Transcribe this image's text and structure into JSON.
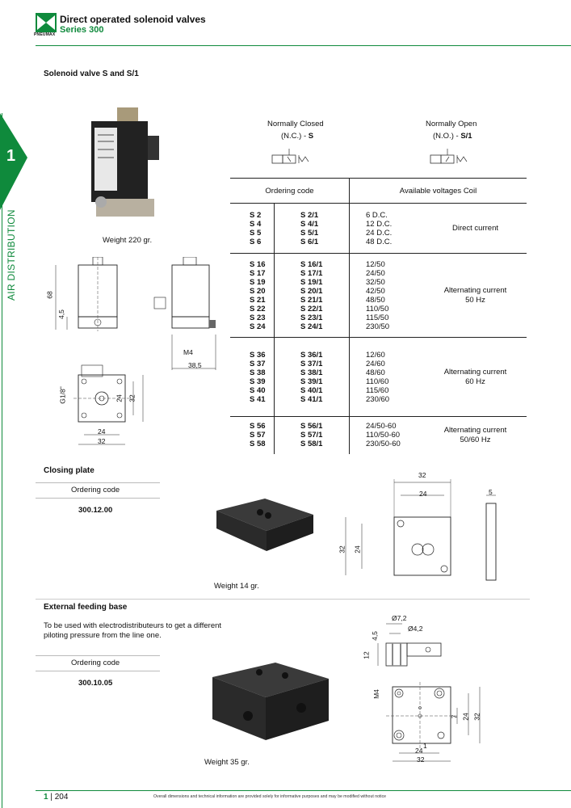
{
  "header": {
    "title": "Direct operated solenoid valves",
    "subtitle": "Series 300",
    "logo_text": "PNEUMAX"
  },
  "side": {
    "chapter_number": "1",
    "chapter_label": "AIR DISTRIBUTION"
  },
  "section1": {
    "title": "Solenoid valve S and S/1",
    "weight": "Weight 220 gr.",
    "nc_label_line1": "Normally Closed",
    "nc_label_prefix": "(N.C.) - ",
    "nc_label_code": "S",
    "no_label_line1": "Normally Open",
    "no_label_prefix": "(N.O.) - ",
    "no_label_code": "S/1",
    "table_head_code": "Ordering code",
    "table_head_voltage": "Available voltages Coil",
    "groups": [
      {
        "s": [
          "S 2",
          "S 4",
          "S 5",
          "S 6"
        ],
        "s1": [
          "S 2/1",
          "S 4/1",
          "S 5/1",
          "S 6/1"
        ],
        "v": [
          "6 D.C.",
          "12 D.C.",
          "24 D.C.",
          "48 D.C."
        ],
        "desc1": "Direct current",
        "desc2": ""
      },
      {
        "s": [
          "S 16",
          "S 17",
          "S 19",
          "S 20",
          "S 21",
          "S 22",
          "S 23",
          "S 24"
        ],
        "s1": [
          "S 16/1",
          "S 17/1",
          "S 19/1",
          "S 20/1",
          "S 21/1",
          "S 22/1",
          "S 23/1",
          "S 24/1"
        ],
        "v": [
          "12/50",
          "24/50",
          "32/50",
          "42/50",
          "48/50",
          "110/50",
          "115/50",
          "230/50"
        ],
        "desc1": "Alternating current",
        "desc2": "50 Hz"
      },
      {
        "s": [
          "S 36",
          "S 37",
          "S 38",
          "S 39",
          "S 40",
          "S 41"
        ],
        "s1": [
          "S 36/1",
          "S 37/1",
          "S 38/1",
          "S 39/1",
          "S 40/1",
          "S 41/1"
        ],
        "v": [
          "12/60",
          "24/60",
          "48/60",
          "110/60",
          "115/60",
          "230/60"
        ],
        "desc1": "Alternating current",
        "desc2": "60 Hz"
      },
      {
        "s": [
          "S 56",
          "S 57",
          "S 58"
        ],
        "s1": [
          "S 56/1",
          "S 57/1",
          "S 58/1"
        ],
        "v": [
          "24/50-60",
          "110/50-60",
          "230/50-60"
        ],
        "desc1": "Alternating current",
        "desc2": "50/60 Hz"
      }
    ],
    "dims": {
      "d68": "68",
      "d45": "4,5",
      "dM4": "M4",
      "d385": "38,5",
      "dG18": "G1/8\"",
      "d24a": "24",
      "d32a": "32",
      "d24b": "24",
      "d32b": "32"
    }
  },
  "section2": {
    "title": "Closing plate",
    "ordering_label": "Ordering code",
    "code": "300.12.00",
    "weight": "Weight 14 gr.",
    "dims": {
      "d32top": "32",
      "d24top": "24",
      "d5": "5",
      "d32side": "32",
      "d24side": "24"
    }
  },
  "section3": {
    "title": "External feeding base",
    "desc_line1": "To be used with electrodistributeurs to get a different",
    "desc_line2": "piloting pressure from the line one.",
    "ordering_label": "Ordering code",
    "code": "300.10.05",
    "weight": "Weight 35 gr.",
    "dims": {
      "dphi72": "Ø7,2",
      "dphi42": "Ø4,2",
      "d45": "4,5",
      "d12": "12",
      "dM4": "M4",
      "d7": "7",
      "d24r": "24",
      "d32r": "32",
      "d1": "1",
      "d24b": "24",
      "d32b": "32"
    }
  },
  "footer": {
    "page_prefix": "1",
    "page_number": "204",
    "disclaimer": "Overall dimensions and technical information are provided solely for informative purposes and may be modified without notice"
  }
}
